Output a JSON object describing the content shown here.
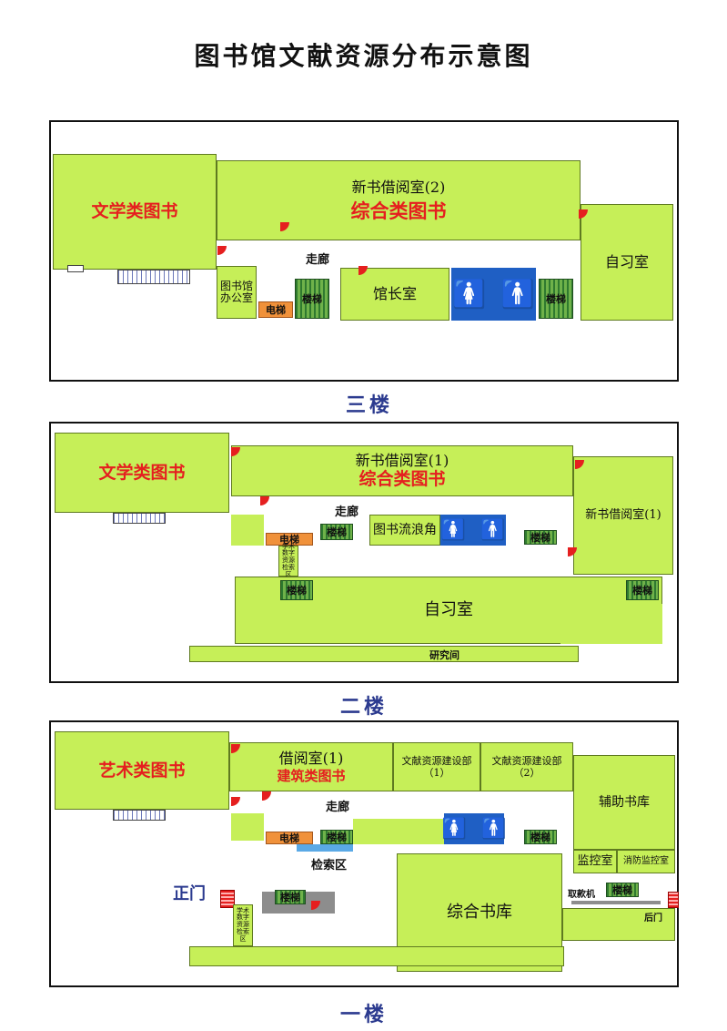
{
  "title": "图书馆文献资源分布示意图",
  "floor3": {
    "label": "三楼",
    "rooms": {
      "literature": "文学类图书",
      "new_books_line1": "新书借阅室(2)",
      "new_books_line2": "综合类图书",
      "self_study": "自习室",
      "corridor": "走廊",
      "office": "图书馆办公室",
      "elevator": "电梯",
      "stairs_left": "楼梯",
      "director": "馆长室",
      "stairs_right": "楼梯"
    }
  },
  "floor2": {
    "label": "二楼",
    "rooms": {
      "literature": "文学类图书",
      "new_books_line1": "新书借阅室(1)",
      "new_books_line2": "综合类图书",
      "new_books_right": "新书借阅室(1)",
      "corridor": "走廊",
      "elevator": "电梯",
      "stairs_a": "楼梯",
      "book_corner": "图书流浪角",
      "stairs_b": "楼梯",
      "digital_search": "学术数字资源检索区",
      "stairs_c": "楼梯",
      "self_study": "自习室",
      "stairs_d": "楼梯",
      "research": "研究间"
    }
  },
  "floor1": {
    "label": "一楼",
    "rooms": {
      "art": "艺术类图书",
      "borrow_line1": "借阅室(1)",
      "borrow_line2": "建筑类图书",
      "acq1": "文献资源建设部（1）",
      "acq2": "文献资源建设部（2）",
      "aux_stack": "辅助书库",
      "corridor": "走廊",
      "elevator": "电梯",
      "stairs_a": "楼梯",
      "stairs_b": "楼梯",
      "search_area": "检索区",
      "monitor": "监控室",
      "fire_monitor": "消防监控室",
      "main_gate": "正门",
      "stairs_c": "楼梯",
      "general_stack": "综合书库",
      "atm": "取款机",
      "stairs_d": "楼梯",
      "back_gate": "后门",
      "digital_search": "学术数字资源检索区"
    }
  },
  "icons": [
    "female-icon",
    "male-icon",
    "door-icon"
  ],
  "colors": {
    "room": "#c6ef58",
    "elevator": "#f0913a",
    "toilet": "#1f5fc4",
    "highlight": "#e51f1f"
  }
}
